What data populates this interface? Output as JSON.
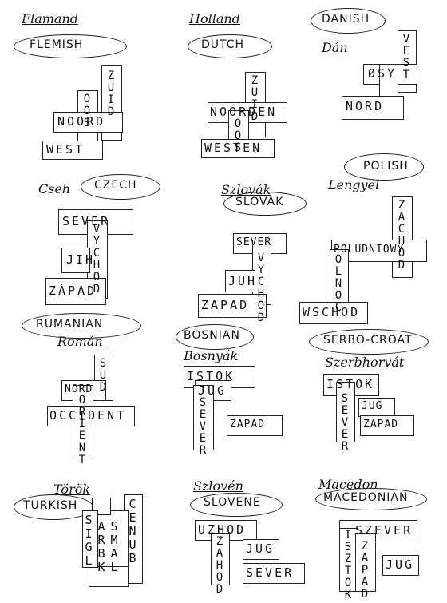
{
  "panels": [
    {
      "label": "FLEMISH",
      "native": "Flamand",
      "words": [
        "ZUID",
        "OOS",
        "NOORD",
        "WEST"
      ]
    },
    {
      "label": "DUTCH",
      "native": "Holland",
      "words": [
        "ZUID",
        "NOORDEN",
        "OOS",
        "WESTEN"
      ]
    },
    {
      "label": "DANISH",
      "native": "Dán",
      "words": [
        "VEST",
        "ØSY",
        "NORD"
      ]
    },
    {
      "label": "CZECH",
      "native": "Cseh",
      "words": [
        "SEVER",
        "VYCHOD",
        "JIH",
        "ZÁPAD"
      ]
    },
    {
      "label": "SLOVAK",
      "native": "Szlovák",
      "words": [
        "SEVER",
        "VYCHOD",
        "JUH",
        "ZAPAD"
      ]
    },
    {
      "label": "POLISH",
      "native": "Lengyel",
      "words": [
        "ZACHOD",
        "POLUDNIOWY",
        "OLNOC",
        "WSCHOD"
      ]
    },
    {
      "label": "RUMANIAN",
      "native": "Román",
      "words": [
        "SUD",
        "NORD",
        "ORIENT",
        "OCCIDENT"
      ]
    },
    {
      "label": "BOSNIAN",
      "native": "Bosnyák",
      "words": [
        "ISTOK",
        "JUG",
        "SEVER",
        "ZAPAD"
      ]
    },
    {
      "label": "SERBO-CROAT",
      "native": "Szerbhorvát",
      "words": [
        "ISTOK",
        "SEVER",
        "JUG",
        "ZAPAD"
      ]
    },
    {
      "label": "TURKISH",
      "native": "Török",
      "words": [
        "CENUB",
        "SMAL",
        "ARBK",
        "SIGL"
      ]
    },
    {
      "label": "SLOVENE",
      "native": "Szlovén",
      "words": [
        "UZHOD",
        "ZAHOD",
        "JUG",
        "SEVER"
      ]
    },
    {
      "label": "MACEDONIAN",
      "native": "Macedon",
      "words": [
        "SZEVER",
        "ISZTOK",
        "ZAPAD",
        "JUG"
      ]
    }
  ]
}
